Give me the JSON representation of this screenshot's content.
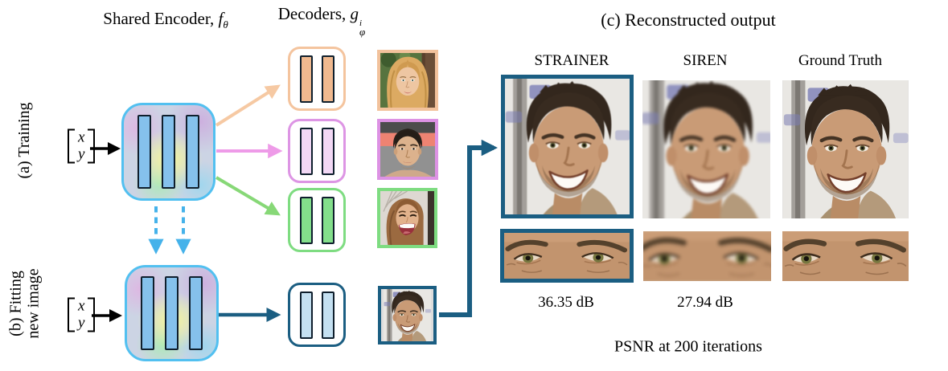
{
  "figure": {
    "panel_a": {
      "side_label": "(a) Training",
      "encoder_title": {
        "prefix": "Shared Encoder, ",
        "symbol": "f",
        "sub": "θ"
      },
      "decoders_title": {
        "prefix": "Decoders, ",
        "symbol": "g",
        "sup": "i",
        "sub": "φ"
      },
      "input_vector": {
        "top": "x",
        "bottom": "y"
      },
      "encoder_layer_count": 3,
      "decoder_layer_count": 2,
      "decoder_border_colors": [
        "#f4c49e",
        "#dd95e4",
        "#7edc81"
      ]
    },
    "panel_b": {
      "side_label_line1": "(b) Fitting",
      "side_label_line2": "new image",
      "input_vector": {
        "top": "x",
        "bottom": "y"
      },
      "decoder_border_color": "#1b5e82"
    },
    "panel_c": {
      "header": "(c) Reconstructed output",
      "columns": [
        {
          "label": "STRAINER",
          "psnr": "36.35 dB",
          "highlighted": true
        },
        {
          "label": "SIREN",
          "psnr": "27.94 dB",
          "highlighted": false
        },
        {
          "label": "Ground Truth",
          "psnr": "",
          "highlighted": false
        }
      ],
      "caption": "PSNR at 200 iterations"
    },
    "images": {
      "training_faces": [
        "blonde-woman-photo",
        "dark-haired-man-photo",
        "laughing-woman-photo"
      ],
      "new_image_face": "smiling-man-photo",
      "output_faces": [
        "strainer-reconstruction",
        "siren-reconstruction",
        "ground-truth"
      ],
      "eye_crops": [
        "strainer-eyes-crop",
        "siren-eyes-crop",
        "ground-truth-eyes-crop"
      ]
    },
    "colors": {
      "encoder_border": "#52c0f0",
      "encoder_bar_fill": "#85c1ec",
      "bar_outline": "#0f1f2d",
      "arrow_black": "#000000",
      "arrow_peach": "#f6c9a3",
      "arrow_pink": "#ee9be8",
      "arrow_green": "#87d877",
      "arrow_dark_teal": "#1b5e82",
      "arrow_dashed_blue": "#45b2ea",
      "highlight_border": "#1b5e82"
    }
  }
}
